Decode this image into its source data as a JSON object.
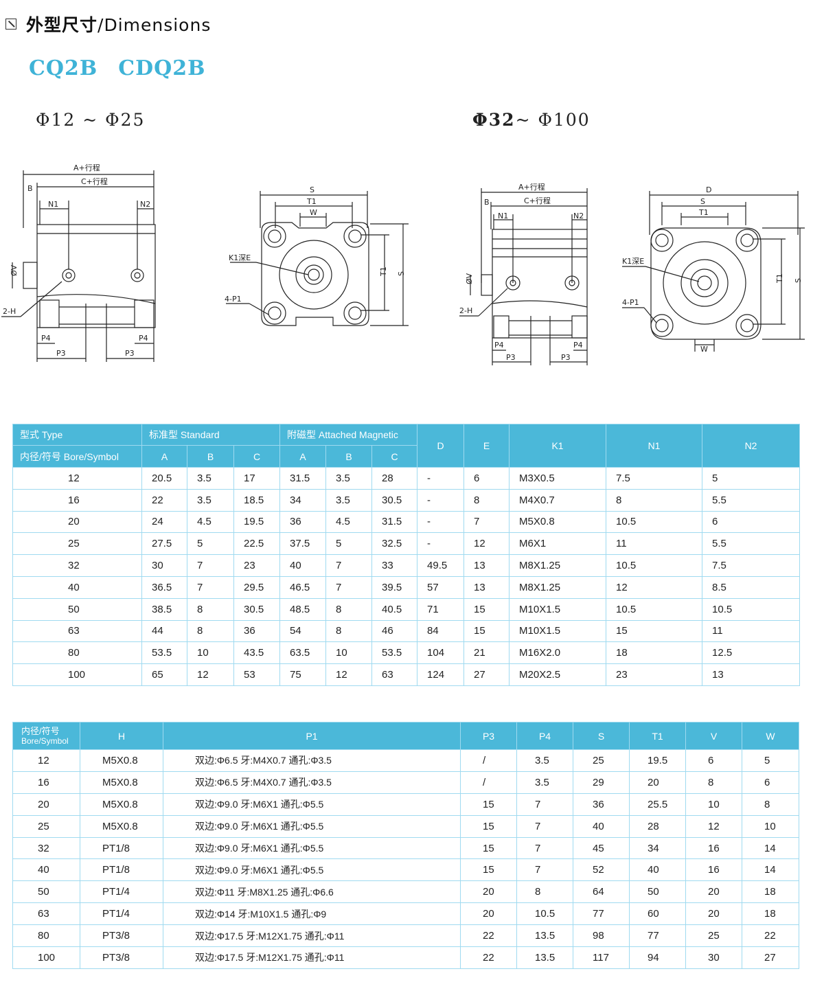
{
  "header": {
    "title_zh": "外型尺寸",
    "title_en": "/Dimensions"
  },
  "models": [
    "CQ2B",
    "CDQ2B"
  ],
  "bore_ranges": {
    "small_prefix": "Φ12 ~ Φ25",
    "large_bold": "Φ32",
    "large_rest": "~ Φ100"
  },
  "drawing_labels": {
    "a_stroke": "A+行程",
    "c_stroke": "C+行程",
    "b": "B",
    "n1": "N1",
    "n2": "N2",
    "phi_v": "ØV",
    "two_h": "2-H",
    "p4": "P4",
    "p3": "P3",
    "s": "S",
    "t1": "T1",
    "w": "W",
    "k1e": "K1深E",
    "four_p1": "4-P1",
    "d": "D"
  },
  "table1": {
    "headers": {
      "type": "型式 Type",
      "standard": "标准型   Standard",
      "magnetic": "附磁型  Attached Magnetic",
      "bore_symbol": "内径/符号 Bore/Symbol",
      "a": "A",
      "b": "B",
      "c": "C",
      "d": "D",
      "e": "E",
      "k1": "K1",
      "n1": "N1",
      "n2": "N2"
    },
    "rows": [
      [
        "12",
        "20.5",
        "3.5",
        "17",
        "31.5",
        "3.5",
        "28",
        "-",
        "6",
        "M3X0.5",
        "7.5",
        "5"
      ],
      [
        "16",
        "22",
        "3.5",
        "18.5",
        "34",
        "3.5",
        "30.5",
        "-",
        "8",
        "M4X0.7",
        "8",
        "5.5"
      ],
      [
        "20",
        "24",
        "4.5",
        "19.5",
        "36",
        "4.5",
        "31.5",
        "-",
        "7",
        "M5X0.8",
        "10.5",
        "6"
      ],
      [
        "25",
        "27.5",
        "5",
        "22.5",
        "37.5",
        "5",
        "32.5",
        "-",
        "12",
        "M6X1",
        "11",
        "5.5"
      ],
      [
        "32",
        "30",
        "7",
        "23",
        "40",
        "7",
        "33",
        "49.5",
        "13",
        "M8X1.25",
        "10.5",
        "7.5"
      ],
      [
        "40",
        "36.5",
        "7",
        "29.5",
        "46.5",
        "7",
        "39.5",
        "57",
        "13",
        "M8X1.25",
        "12",
        "8.5"
      ],
      [
        "50",
        "38.5",
        "8",
        "30.5",
        "48.5",
        "8",
        "40.5",
        "71",
        "15",
        "M10X1.5",
        "10.5",
        "10.5"
      ],
      [
        "63",
        "44",
        "8",
        "36",
        "54",
        "8",
        "46",
        "84",
        "15",
        "M10X1.5",
        "15",
        "11"
      ],
      [
        "80",
        "53.5",
        "10",
        "43.5",
        "63.5",
        "10",
        "53.5",
        "104",
        "21",
        "M16X2.0",
        "18",
        "12.5"
      ],
      [
        "100",
        "65",
        "12",
        "53",
        "75",
        "12",
        "63",
        "124",
        "27",
        "M20X2.5",
        "23",
        "13"
      ]
    ]
  },
  "table2": {
    "headers": {
      "bore_zh": "内径/符号",
      "bore_en": "Bore/Symbol",
      "h": "H",
      "p1": "P1",
      "p3": "P3",
      "p4": "P4",
      "s": "S",
      "t1": "T1",
      "v": "V",
      "w": "W"
    },
    "rows": [
      [
        "12",
        "M5X0.8",
        "双边:Φ6.5  牙:M4X0.7  通孔:Φ3.5",
        "/",
        "3.5",
        "25",
        "19.5",
        "6",
        "5"
      ],
      [
        "16",
        "M5X0.8",
        "双边:Φ6.5  牙:M4X0.7  通孔:Φ3.5",
        "/",
        "3.5",
        "29",
        "20",
        "8",
        "6"
      ],
      [
        "20",
        "M5X0.8",
        "双边:Φ9.0  牙:M6X1  通孔:Φ5.5",
        "15",
        "7",
        "36",
        "25.5",
        "10",
        "8"
      ],
      [
        "25",
        "M5X0.8",
        "双边:Φ9.0  牙:M6X1  通孔:Φ5.5",
        "15",
        "7",
        "40",
        "28",
        "12",
        "10"
      ],
      [
        "32",
        "PT1/8",
        "双边:Φ9.0  牙:M6X1  通孔:Φ5.5",
        "15",
        "7",
        "45",
        "34",
        "16",
        "14"
      ],
      [
        "40",
        "PT1/8",
        "双边:Φ9.0  牙:M6X1  通孔:Φ5.5",
        "15",
        "7",
        "52",
        "40",
        "16",
        "14"
      ],
      [
        "50",
        "PT1/4",
        "双边:Φ11  牙:M8X1.25  通孔:Φ6.6",
        "20",
        "8",
        "64",
        "50",
        "20",
        "18"
      ],
      [
        "63",
        "PT1/4",
        "双边:Φ14  牙:M10X1.5  通孔:Φ9",
        "20",
        "10.5",
        "77",
        "60",
        "20",
        "18"
      ],
      [
        "80",
        "PT3/8",
        "双边:Φ17.5  牙:M12X1.75  通孔:Φ11",
        "22",
        "13.5",
        "98",
        "77",
        "25",
        "22"
      ],
      [
        "100",
        "PT3/8",
        "双边:Φ17.5  牙:M12X1.75  通孔:Φ11",
        "22",
        "13.5",
        "117",
        "94",
        "30",
        "27"
      ]
    ]
  }
}
